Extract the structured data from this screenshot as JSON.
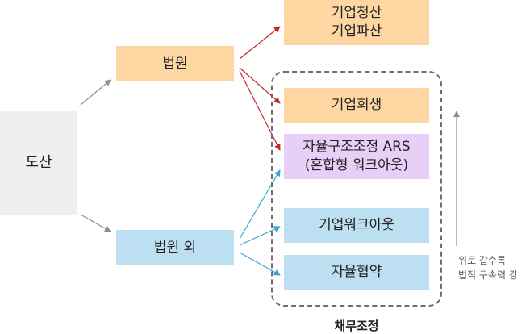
{
  "nodes": {
    "origin": {
      "label": "도산"
    },
    "court": {
      "label": "법원"
    },
    "out_of_court": {
      "label": "법원 외"
    },
    "liquidation": {
      "lines": [
        "기업청산",
        "기업파산"
      ]
    },
    "rehabilitation": {
      "label": "기업회생"
    },
    "ars": {
      "lines": [
        "자율구조조정 ARS",
        "(혼합형 워크아웃)"
      ]
    },
    "workout": {
      "label": "기업워크아웃"
    },
    "voluntary_agreement": {
      "label": "자율협약"
    }
  },
  "group": {
    "label": "채무조정"
  },
  "axis_note": {
    "lines": [
      "위로 갈수록",
      "법적 구속력 강"
    ]
  },
  "colors": {
    "court_fill": "#fdd6a2",
    "out_of_court_fill": "#bcdff1",
    "ars_fill": "#e7cff7",
    "origin_fill": "#efefef",
    "court_arrow": "#c0272d",
    "out_of_court_arrow": "#3aa3d2",
    "neutral_arrow": "#8c8c8c"
  }
}
